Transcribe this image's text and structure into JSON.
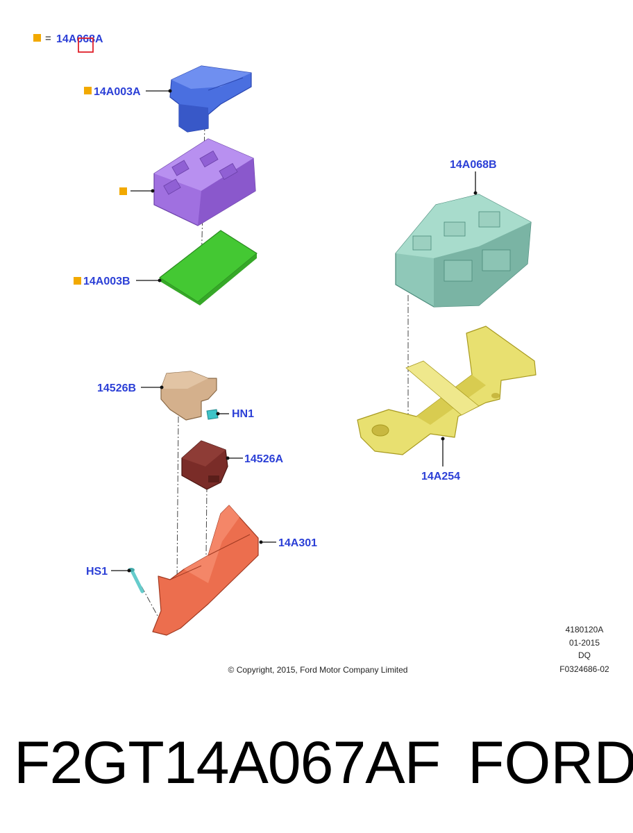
{
  "legend": {
    "swatch_color": "#f2a900",
    "equals": "=",
    "part": "14A068A"
  },
  "labels": {
    "cover": "14A003A",
    "module_marker": "",
    "base_plate": "14A003B",
    "fuse_box": "14A068B",
    "bracket_upper": "14526B",
    "clip": "HN1",
    "cover_dark": "14526A",
    "tray": "14A301",
    "screw": "HS1",
    "mount_bracket": "14A254"
  },
  "colors": {
    "label_blue": "#2b3fd6",
    "marker_orange": "#f2a900",
    "cover_blue": "#4a6fe0",
    "module_purple": "#a070e0",
    "plate_green": "#44c833",
    "fusebox_teal": "#8fc8b8",
    "bracket_yellow": "#e8e070",
    "block_tan": "#d4b08c",
    "clip_cyan": "#3fc4c8",
    "cover_maroon": "#7a2c28",
    "tray_orange": "#ec6e4e",
    "screw_cyan": "#66cccc"
  },
  "stamp": {
    "code": "4180120A",
    "date": "01-2015",
    "initials": "DQ",
    "ref": "F0324686-02"
  },
  "copyright": "© Copyright, 2015, Ford Motor Company Limited",
  "caption": {
    "part_number": "F2GT14A067AF",
    "brand": "FORD"
  }
}
